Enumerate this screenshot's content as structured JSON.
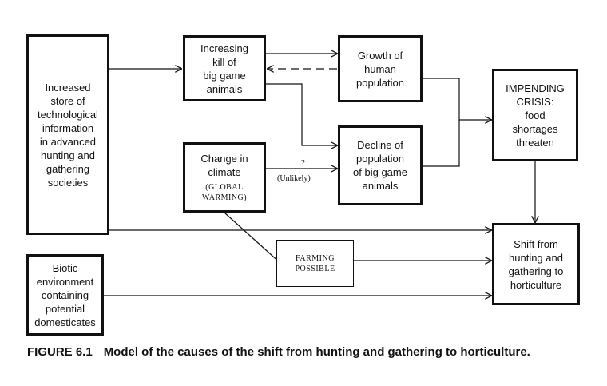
{
  "boxes": {
    "technological_info": "Increased\nstore of\ntechnological\ninformation\nin advanced\nhunting and\ngathering\nsocieties",
    "increasing_kill": "Increasing\nkill of\nbig game\nanimals",
    "growth_population": "Growth of\nhuman\npopulation",
    "impending_crisis": "IMPENDING\nCRISIS:\nfood\nshortages\nthreaten",
    "climate_change": "Change in\nclimate",
    "global_warming": "(GLOBAL\nWARMING)",
    "decline_population": "Decline of\npopulation\nof big game\nanimals",
    "biotic_environment": "Biotic\nenvironment\ncontaining\npotential\ndomesticates",
    "farming_possible": "FARMING\nPOSSIBLE",
    "shift": "Shift from\nhunting and\ngathering to\nhorticulture"
  },
  "labels": {
    "question": "?",
    "unlikely": "(Unlikely)"
  },
  "caption": {
    "number": "FIGURE 6.1",
    "text": "Model of the causes of the shift from hunting and gathering to horticulture."
  }
}
